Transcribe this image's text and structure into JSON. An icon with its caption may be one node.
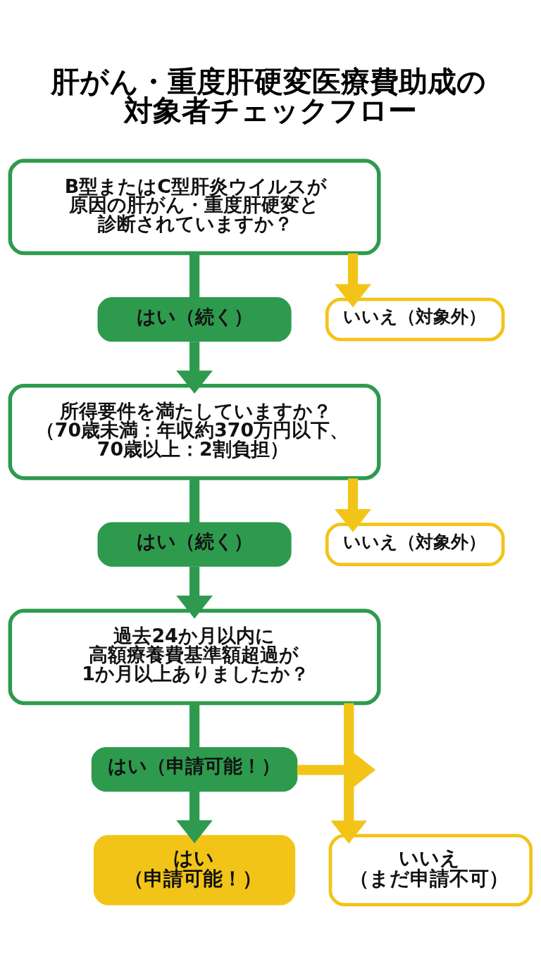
{
  "diagram": {
    "title": "肝がん・重度肝硬変医療費助成の対象者チェックフロー",
    "nodes": [
      {
        "text": [
          "B型またはC型肝炎ウイルスが原因の肝がん・重度肝硬変と診断されていますか？"
        ]
      },
      {
        "text": [
          "はい（続く）"
        ]
      },
      {
        "text": [
          "いいえ（対象外）"
        ]
      },
      {
        "text": [
          "所得要件を満たしていますか？",
          "（70歳未満：年収約370万円以下、70歳以上：2割負担）"
        ]
      },
      {
        "text": [
          "はい（続く）"
        ]
      },
      {
        "text": [
          "いいえ（対象外）"
        ]
      },
      {
        "text": [
          "過去24か月以内に高額療養費基準額超過が1か月以上ありましたか？"
        ]
      },
      {
        "text": [
          "はい（申請可能！）"
        ]
      },
      {
        "text": [
          "はい（申請可能！）"
        ]
      },
      {
        "text": [
          "いいえ（まだ申請不可）"
        ]
      }
    ],
    "edges": [
      {
        "from": 0,
        "to": 1,
        "arrow": "none"
      },
      {
        "from": 1,
        "to": 3,
        "arrow": "to"
      },
      {
        "from": 0,
        "to": 2,
        "arrow": "to",
        "color": "#f2c418"
      },
      {
        "from": 3,
        "to": 4,
        "arrow": "none"
      },
      {
        "from": 4,
        "to": 6,
        "arrow": "to"
      },
      {
        "from": 3,
        "to": 5,
        "arrow": "to",
        "color": "#f2c418"
      },
      {
        "from": 6,
        "to": 7,
        "arrow": "none"
      },
      {
        "from": 7,
        "to": 8,
        "arrow": "to"
      },
      {
        "from": 6,
        "to": 9,
        "arrow": "to",
        "color": "#f2c418"
      },
      {
        "from": 7,
        "to": null,
        "arrow": "to",
        "color": "#f2c418"
      }
    ]
  }
}
